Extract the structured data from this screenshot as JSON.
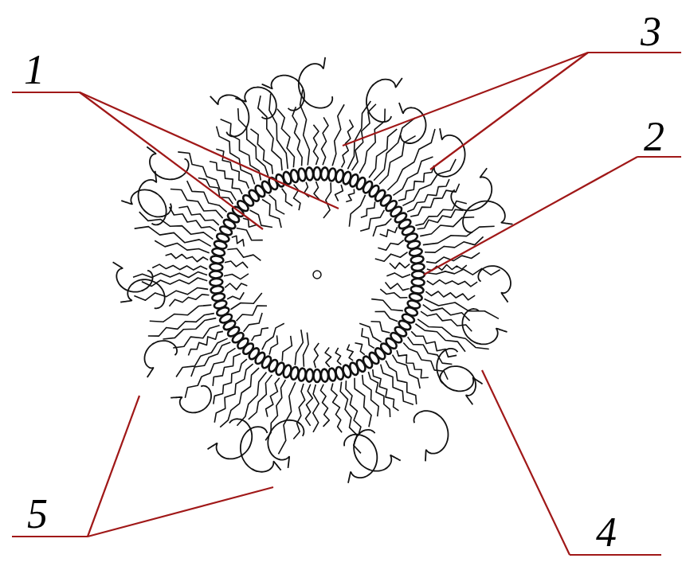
{
  "diagram": {
    "labels": [
      "1",
      "3",
      "2",
      "5",
      "4"
    ]
  }
}
